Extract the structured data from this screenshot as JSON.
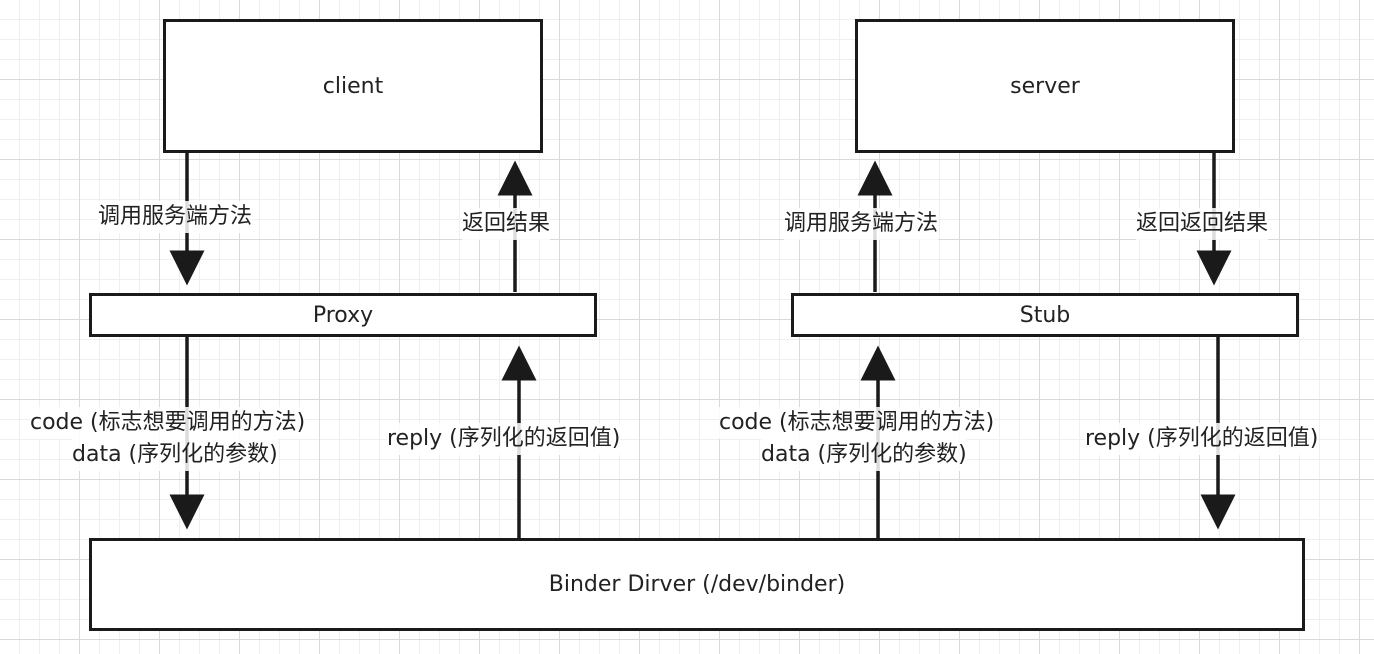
{
  "boxes": {
    "client": "client",
    "server": "server",
    "proxy": "Proxy",
    "stub": "Stub",
    "driver": "Binder Dirver (/dev/binder)"
  },
  "labels": {
    "client_call": "调用服务端方法",
    "client_return": "返回结果",
    "server_call": "调用服务端方法",
    "server_return": "返回返回结果",
    "proxy_code": "code (标志想要调用的方法)",
    "proxy_data": "data (序列化的参数)",
    "proxy_reply": "reply (序列化的返回值)",
    "stub_code": "code (标志想要调用的方法)",
    "stub_data": "data (序列化的参数)",
    "stub_reply": "reply (序列化的返回值)"
  },
  "colors": {
    "line": "#1a1a1a",
    "grid_major": "#d9d9d9",
    "grid_minor": "#efefef"
  }
}
